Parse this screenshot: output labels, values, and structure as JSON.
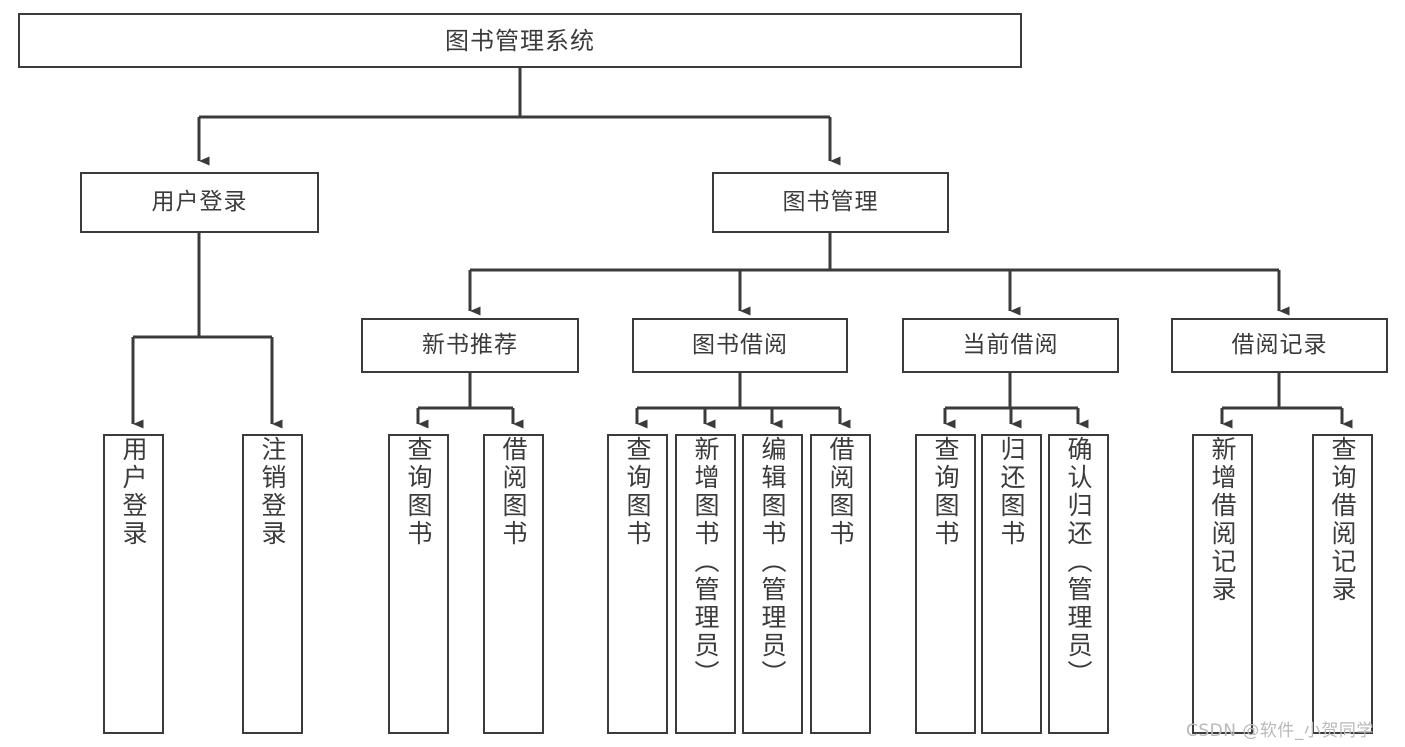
{
  "diagram": {
    "type": "tree",
    "title": "图书管理系统",
    "orientation": "top-down",
    "colors": {
      "background": "#ffffff",
      "box_border": "#3b3b3b",
      "box_fill": "#ffffff",
      "connector": "#3b3b3b",
      "text": "#3b3b3b",
      "watermark": "#b9b9b9"
    },
    "root": {
      "label": "图书管理系统"
    },
    "level2": [
      {
        "id": "user-login",
        "label": "用户登录"
      },
      {
        "id": "book-manage",
        "label": "图书管理"
      }
    ],
    "level3": [
      {
        "id": "new-book-recommend",
        "label": "新书推荐",
        "parent": "book-manage"
      },
      {
        "id": "book-borrow",
        "label": "图书借阅",
        "parent": "book-manage"
      },
      {
        "id": "current-borrow",
        "label": "当前借阅",
        "parent": "book-manage"
      },
      {
        "id": "borrow-record",
        "label": "借阅记录",
        "parent": "book-manage"
      }
    ],
    "leaves": {
      "user_login": [
        {
          "id": "leaf-user-login",
          "label": "用户登录"
        },
        {
          "id": "leaf-logout",
          "label": "注销登录"
        }
      ],
      "new_book_recommend": [
        {
          "id": "leaf-query-book-1",
          "label": "查询图书"
        },
        {
          "id": "leaf-borrow-book-1",
          "label": "借阅图书"
        }
      ],
      "book_borrow": [
        {
          "id": "leaf-query-book-2",
          "label": "查询图书"
        },
        {
          "id": "leaf-add-book",
          "label": "新增图书（管理员）"
        },
        {
          "id": "leaf-edit-book",
          "label": "编辑图书（管理员）"
        },
        {
          "id": "leaf-borrow-book-2",
          "label": "借阅图书"
        }
      ],
      "current_borrow": [
        {
          "id": "leaf-query-book-3",
          "label": "查询图书"
        },
        {
          "id": "leaf-return-book",
          "label": "归还图书"
        },
        {
          "id": "leaf-confirm-return",
          "label": "确认归还（管理员）"
        }
      ],
      "borrow_record": [
        {
          "id": "leaf-add-record",
          "label": "新增借阅记录"
        },
        {
          "id": "leaf-query-record",
          "label": "查询借阅记录"
        }
      ]
    }
  },
  "watermark": {
    "text": "CSDN @软件_小贺同学"
  }
}
